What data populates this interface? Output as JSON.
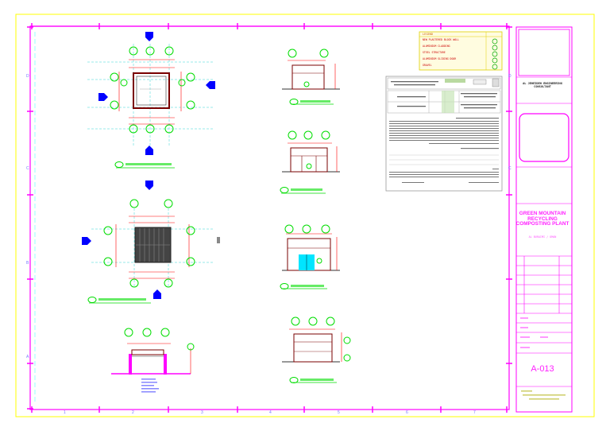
{
  "title_block": {
    "firm": "AL JEHEIDEH ENGINEERING CONSULTANT",
    "project_name": "GREEN MOUNTAIN RECYCLING COMPOSTING PLANT",
    "project_sub": "AL BURAIMI / OMAN",
    "sheet_number": "A-013"
  },
  "legend": {
    "title": "LEGEND",
    "items": [
      "NEW PLASTERED BLOCK WALL",
      "ALUMINIUM CLADDING",
      "STEEL STRUCTURE",
      "ALUMINIUM SLIDING DOOR",
      "GRAVEL"
    ]
  },
  "grid": {
    "columns": [
      "1",
      "2",
      "3",
      "4",
      "5",
      "6",
      "7"
    ],
    "rows": [
      "A",
      "B",
      "C",
      "D"
    ]
  },
  "colors": {
    "frame": "#ffff00",
    "border": "#ff00ff",
    "grid_bubble": "#00e000",
    "dimension": "#ff0000",
    "wall": "#7a0000",
    "blue_tag": "#0000ff",
    "cyan": "#00ffff"
  }
}
